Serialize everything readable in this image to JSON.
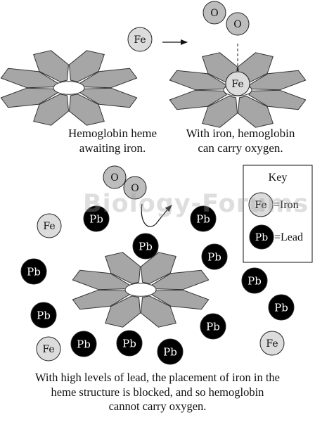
{
  "captions": {
    "top_left": [
      "Hemoglobin heme",
      "awaiting iron."
    ],
    "top_right": [
      "With iron, hemoglobin",
      "can carry oxygen."
    ],
    "bottom": [
      "With high levels of lead, the placement of iron in the",
      "heme structure is blocked, and so hemoglobin",
      "cannot carry oxygen."
    ]
  },
  "atoms": {
    "iron": "Fe",
    "lead": "Pb",
    "oxygen": "O"
  },
  "key": {
    "title": "Key",
    "iron_label": "=Iron",
    "lead_label": "=Lead"
  },
  "watermark": "Biology-Forums",
  "colors": {
    "heme_fill": "#a6a6a6",
    "heme_stroke": "#333333",
    "iron_fill": "#dcdcdc",
    "lead_fill": "#000000",
    "oxygen_fill": "#bdbdbd"
  }
}
